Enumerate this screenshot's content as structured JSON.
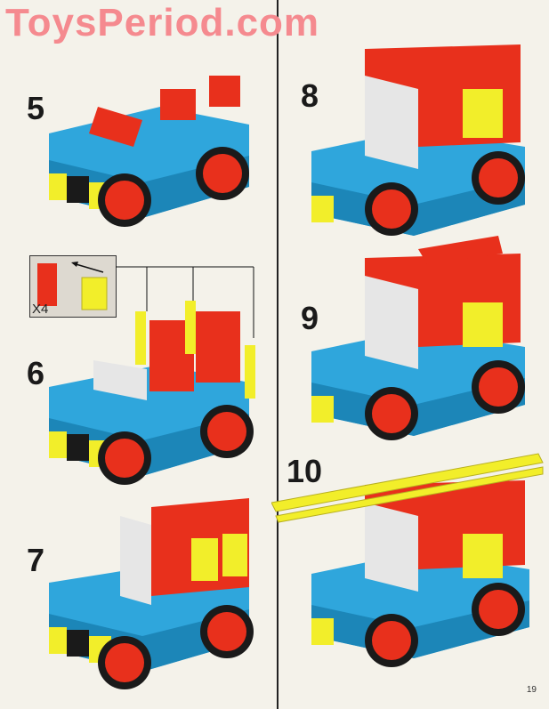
{
  "watermark": "ToysPeriod.com",
  "steps": [
    {
      "number": "5"
    },
    {
      "number": "6"
    },
    {
      "number": "7"
    },
    {
      "number": "8"
    },
    {
      "number": "9"
    },
    {
      "number": "10"
    }
  ],
  "inset": {
    "quantity_label": "X4"
  },
  "page_number": "19",
  "colors": {
    "blue": "#2fa6dc",
    "blue_dark": "#1c86b8",
    "red": "#e8301c",
    "red_dark": "#b81f10",
    "yellow": "#f2ee2a",
    "white_brick": "#e6e6e6",
    "black": "#1a1a1a",
    "paper": "#f4f2ea",
    "watermark": "#f58a8f"
  }
}
